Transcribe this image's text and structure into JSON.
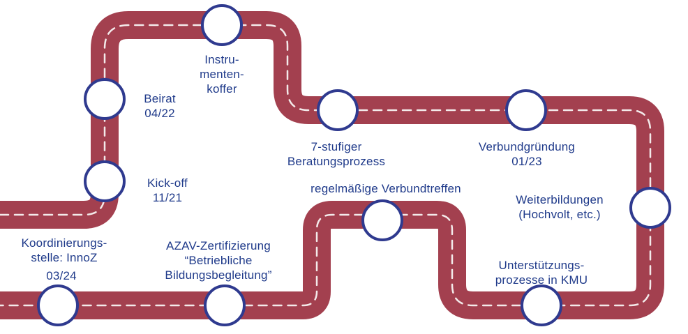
{
  "colors": {
    "road": "#a3404f",
    "lane": "#f3eaea",
    "milestone_fill": "#ffffff",
    "milestone_stroke": "#2f3a8f",
    "text": "#1f3a8a"
  },
  "milestones": [
    {
      "id": "koordinierungsstelle",
      "text": "Koordinierungs-\nstelle: InnoZ",
      "date": "03/24"
    },
    {
      "id": "kick-off",
      "text": "Kick-off\n11/21"
    },
    {
      "id": "beirat",
      "text": "Beirat\n04/22"
    },
    {
      "id": "instrumentenkoffer",
      "text": "Instru-\nmenten-\nkoffer"
    },
    {
      "id": "beratungsprozess",
      "text": "7-stufiger\nBeratungsprozess"
    },
    {
      "id": "verbundgruendung",
      "text": "Verbundgründung\n01/23"
    },
    {
      "id": "weiterbildungen",
      "text": "Weiterbildungen\n(Hochvolt, etc.)"
    },
    {
      "id": "unterstuetzungsprozesse",
      "text": "Unterstützungs-\nprozesse in KMU"
    },
    {
      "id": "verbundtreffen",
      "text": "regelmäßige Verbundtreffen"
    },
    {
      "id": "azav",
      "text": "AZAV-Zertifizierung\n“Betriebliche\nBildungsbegleitung”"
    }
  ]
}
